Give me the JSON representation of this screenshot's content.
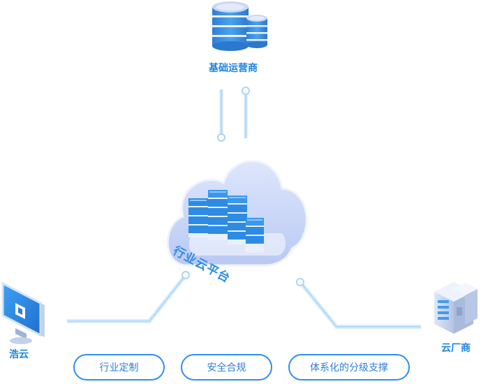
{
  "nodes": {
    "top": {
      "label": "基础运营商",
      "icon": "database-stack-icon"
    },
    "center": {
      "label": "行业云平台",
      "icon": "cloud-server-icon"
    },
    "left": {
      "label": "浩云",
      "icon": "monitor-icon"
    },
    "right": {
      "label": "云厂商",
      "icon": "server-rack-icon"
    }
  },
  "features": [
    {
      "label": "行业定制"
    },
    {
      "label": "安全合规"
    },
    {
      "label": "体系化的分级支撑"
    }
  ],
  "colors": {
    "primary": "#1f84e3",
    "pill_border": "#2f8ef0",
    "connector": "#bfe0fb",
    "cloud": "#c3d2f7",
    "server_blue": "#2d8be4"
  }
}
